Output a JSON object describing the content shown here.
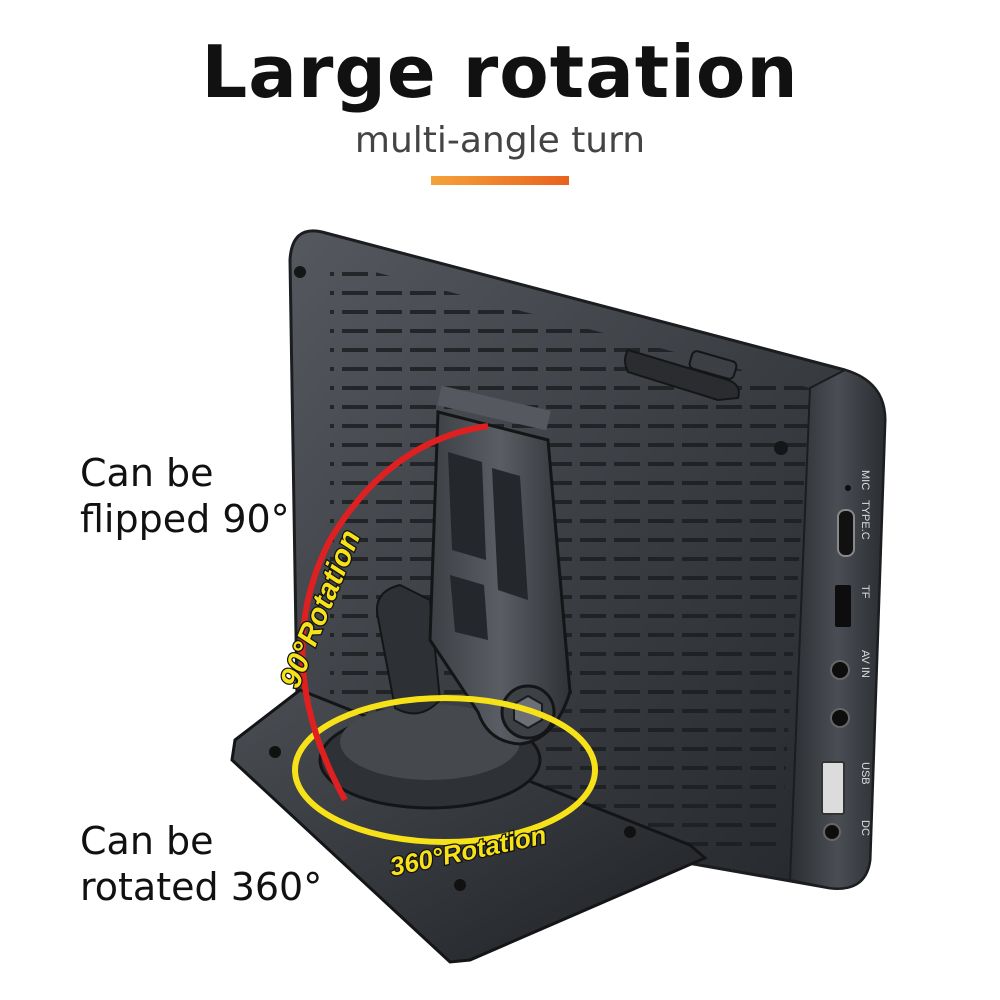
{
  "header": {
    "title": "Large rotation",
    "subtitle": "multi-angle turn"
  },
  "captions": {
    "flip_line1": "Can be",
    "flip_line2": "flipped 90°",
    "rotate_line1": "Can be",
    "rotate_line2": "rotated 360°"
  },
  "labels": {
    "rotation_90": "90°Rotation",
    "rotation_360": "360°Rotation"
  },
  "ports": {
    "mic": "MIC",
    "typec": "TYPE.C",
    "tf": "TF",
    "avin": "AV IN",
    "usb": "USB",
    "dc": "DC"
  },
  "colors": {
    "accent_start": "#f5a23a",
    "accent_end": "#e8621e",
    "arc_90": "#e02020",
    "arc_360": "#f7e21a",
    "label_fill": "#f7e21a",
    "label_outline": "#111111",
    "device_body": "#3a3d42"
  }
}
